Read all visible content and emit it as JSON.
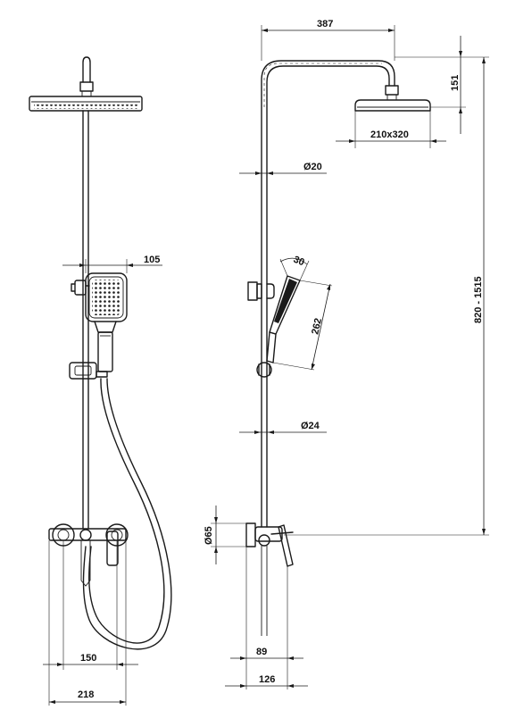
{
  "front_view": {
    "dims": {
      "handshower_offset": "105",
      "outlet_spacing": "150",
      "overall_width": "218"
    }
  },
  "side_view": {
    "dims": {
      "arm_reach": "387",
      "head_drop": "151",
      "head_size": "210x320",
      "pipe_diameter_upper": "Ø20",
      "handshower_angle": "30",
      "handshower_length": "262",
      "height_range": "820 - 1515",
      "pipe_diameter_lower": "Ø24",
      "escutcheon_diameter": "Ø65",
      "projection_inner": "89",
      "projection_outer": "126"
    }
  },
  "colors": {
    "line": "#1a1a1a",
    "background": "#ffffff"
  }
}
